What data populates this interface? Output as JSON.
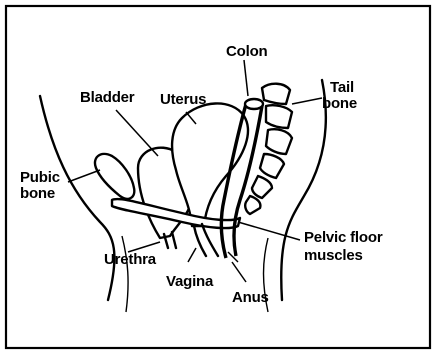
{
  "labels": {
    "colon": "Colon",
    "tail_bone_line1": "Tail",
    "tail_bone_line2": "bone",
    "bladder": "Bladder",
    "uterus": "Uterus",
    "pubic_bone_line1": "Pubic",
    "pubic_bone_line2": "bone",
    "pelvic_floor_line1": "Pelvic floor",
    "pelvic_floor_line2": "muscles",
    "urethra": "Urethra",
    "vagina": "Vagina",
    "anus": "Anus"
  }
}
